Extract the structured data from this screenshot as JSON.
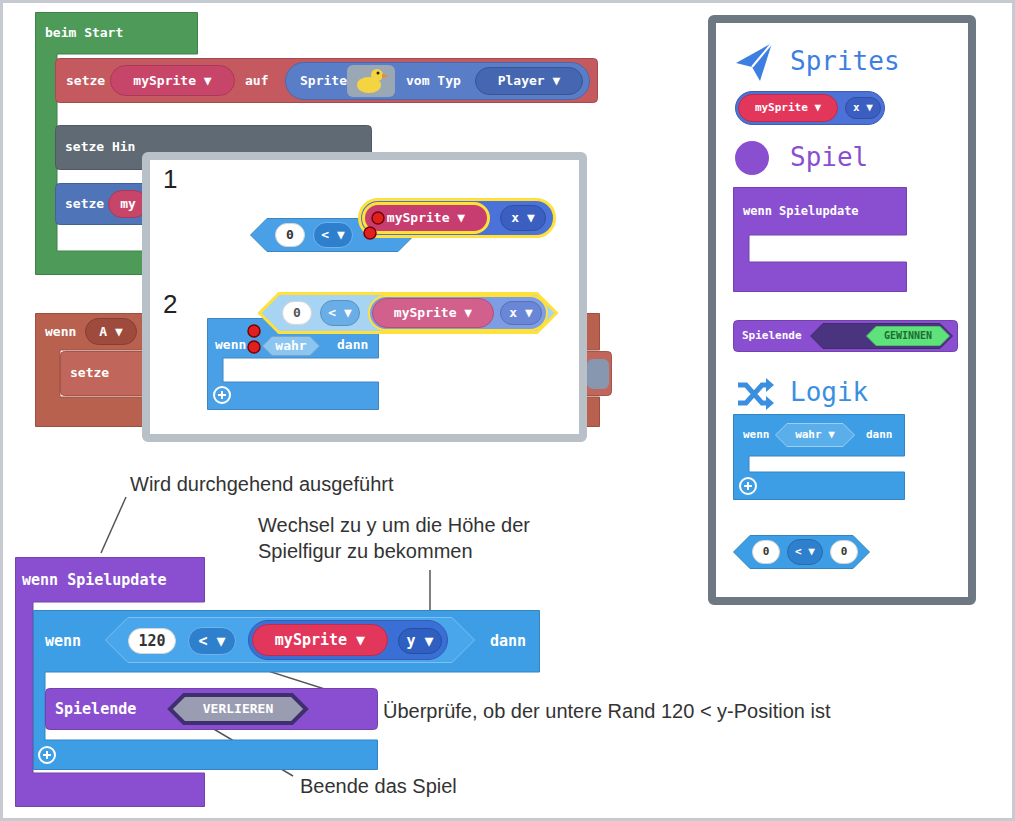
{
  "diagram": {
    "nodes": [
      {
        "text": [
          "beim Start"
        ]
      },
      {
        "text": [
          "setze",
          "auf"
        ],
        "in": 0
      },
      {
        "text": [
          "mySprite ▼"
        ],
        "in": 1
      },
      {
        "text": [
          "Sprite",
          "vom Typ"
        ],
        "in": 1
      },
      {
        "text": [
          "Player ▼"
        ],
        "in": 3
      },
      {
        "text": [
          "setze Hin"
        ],
        "in": 0
      },
      {
        "text": [
          "setze"
        ],
        "in": 0
      },
      {
        "text": [
          "my"
        ],
        "in": 6
      },
      {
        "text": [
          "wenn"
        ]
      },
      {
        "text": [
          "A ▼"
        ],
        "in": 8
      },
      {
        "text": [
          "setze"
        ],
        "in": 8
      },
      {
        "text": [
          "1",
          "2"
        ]
      },
      {
        "text": [],
        "in": 11
      },
      {
        "text": [
          "0"
        ],
        "in": 12
      },
      {
        "text": [
          "< ▼"
        ],
        "in": 12
      },
      {
        "text": [],
        "in": 11
      },
      {
        "text": [
          "mySprite ▼"
        ],
        "in": 15
      },
      {
        "text": [
          "x ▼"
        ],
        "in": 15
      },
      {
        "text": [
          "wenn",
          "dann"
        ],
        "in": 11
      },
      {
        "text": [
          "wahr"
        ],
        "in": 18
      },
      {
        "text": [],
        "in": 11
      },
      {
        "text": [
          "0"
        ],
        "in": 20
      },
      {
        "text": [
          "< ▼"
        ],
        "in": 20
      },
      {
        "text": [],
        "in": 20
      },
      {
        "text": [
          "mySprite ▼"
        ],
        "in": 23
      },
      {
        "text": [
          "x ▼"
        ],
        "in": 23
      },
      {
        "text": [
          "Sprites",
          "Spiel",
          "Logik"
        ]
      },
      {
        "text": [],
        "in": 26
      },
      {
        "text": [
          "mySprite ▼"
        ],
        "in": 27
      },
      {
        "text": [
          "x ▼"
        ],
        "in": 27
      },
      {
        "text": [
          "wenn Spielupdate"
        ],
        "in": 26
      },
      {
        "text": [
          "Spielende"
        ],
        "in": 26
      },
      {
        "text": [],
        "in": 31
      },
      {
        "text": [
          "GEWINNEN"
        ],
        "in": 32
      },
      {
        "text": [
          "wenn",
          "dann"
        ],
        "in": 26
      },
      {
        "text": [
          "wahr ▼"
        ],
        "in": 34
      },
      {
        "text": [],
        "in": 26
      },
      {
        "text": [
          "0"
        ],
        "in": 36
      },
      {
        "text": [
          "< ▼"
        ],
        "in": 36
      },
      {
        "text": [
          "0"
        ],
        "in": 36
      },
      {
        "text": [
          "wenn Spielupdate"
        ]
      },
      {
        "text": [
          "wenn",
          "dann"
        ],
        "in": 40
      },
      {
        "text": [],
        "in": 41
      },
      {
        "text": [
          "120"
        ],
        "in": 42
      },
      {
        "text": [
          "< ▼"
        ],
        "in": 42
      },
      {
        "text": [],
        "in": 42
      },
      {
        "text": [
          "mySprite ▼"
        ],
        "in": 45
      },
      {
        "text": [
          "y ▼"
        ],
        "in": 45
      },
      {
        "text": [
          "Spielende"
        ],
        "in": 41
      },
      {
        "text": [
          "VERLIEREN"
        ],
        "in": 48
      }
    ],
    "labels": [
      "Wird durchgehend ausgeführt",
      "Wechsel zu y um die Höhe der Spielfigur zu bekommen",
      "Überprüfe, ob der untere Rand 120 < y-Position ist",
      "Beende das Spiel"
    ]
  }
}
